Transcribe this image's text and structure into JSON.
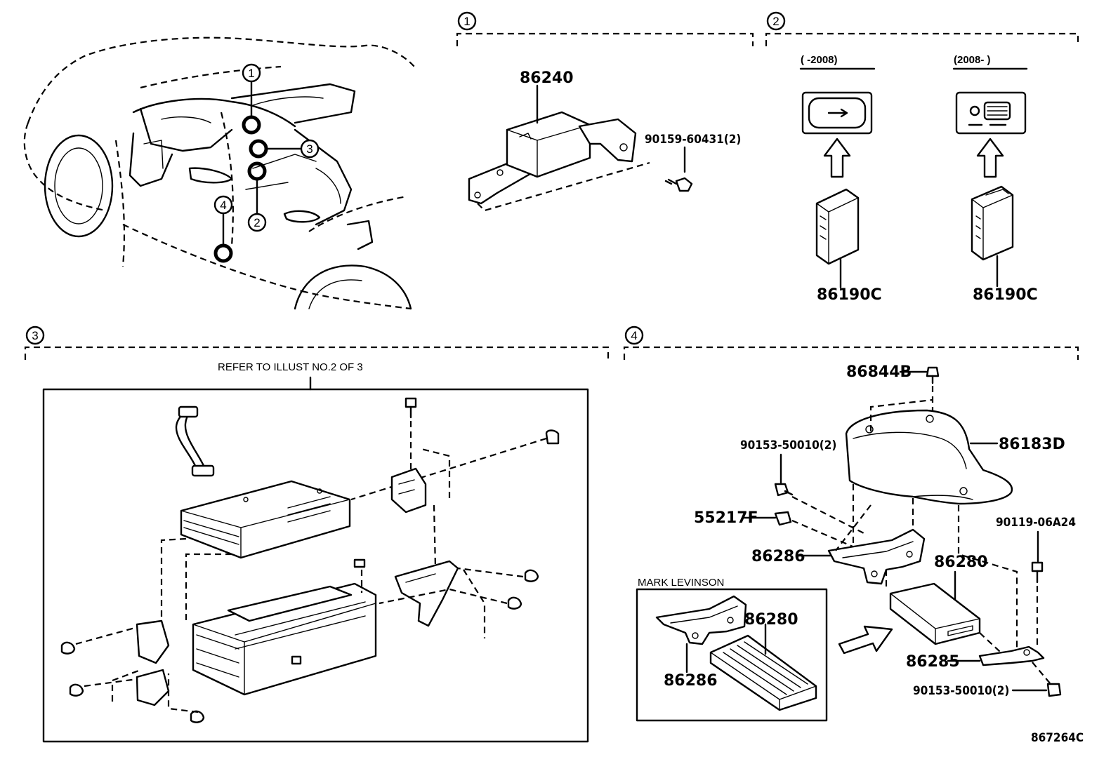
{
  "sections": {
    "s1": "1",
    "s2": "2",
    "s3": "3",
    "s4": "4"
  },
  "overview": {
    "m1": "1",
    "m2": "2",
    "m3": "3",
    "m4": "4"
  },
  "s1": {
    "p_86240": "86240",
    "p_90159": "90159-60431(2)"
  },
  "s2": {
    "range_a": "(    -2008)",
    "range_b": "(2008-     )",
    "p_a": "86190C",
    "p_b": "86190C"
  },
  "s3": {
    "refer": "REFER TO ILLUST NO.2 OF 3"
  },
  "s4": {
    "p_86844B": "86844B",
    "p_90153a": "90153-50010(2)",
    "p_86183D": "86183D",
    "p_55217F": "55217F",
    "p_90119": "90119-06A24",
    "p_86286": "86286",
    "p_86280": "86280",
    "p_86285": "86285",
    "p_90153b": "90153-50010(2)",
    "ml_label": "MARK LEVINSON",
    "ml_86286": "86286",
    "ml_86280": "86280"
  },
  "footer": {
    "illust_no": "867264C"
  }
}
